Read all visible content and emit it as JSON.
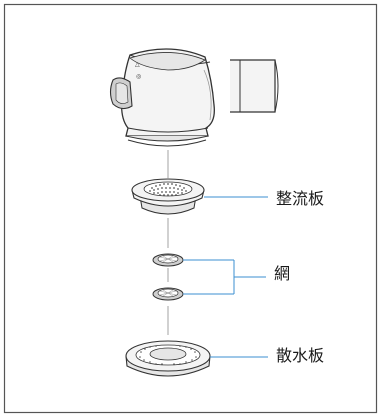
{
  "labels": {
    "rectifier_plate": "整流板",
    "mesh": "網",
    "spray_plate": "散水板"
  },
  "knob_marks": [
    "△",
    "◎"
  ],
  "colors": {
    "outline": "#333333",
    "leader_line": "#3b8fd1",
    "border": "#555555",
    "fill_light": "#f4f4f4",
    "fill_mid": "#e6e6e6",
    "fill_dark": "#cfcfcf"
  }
}
